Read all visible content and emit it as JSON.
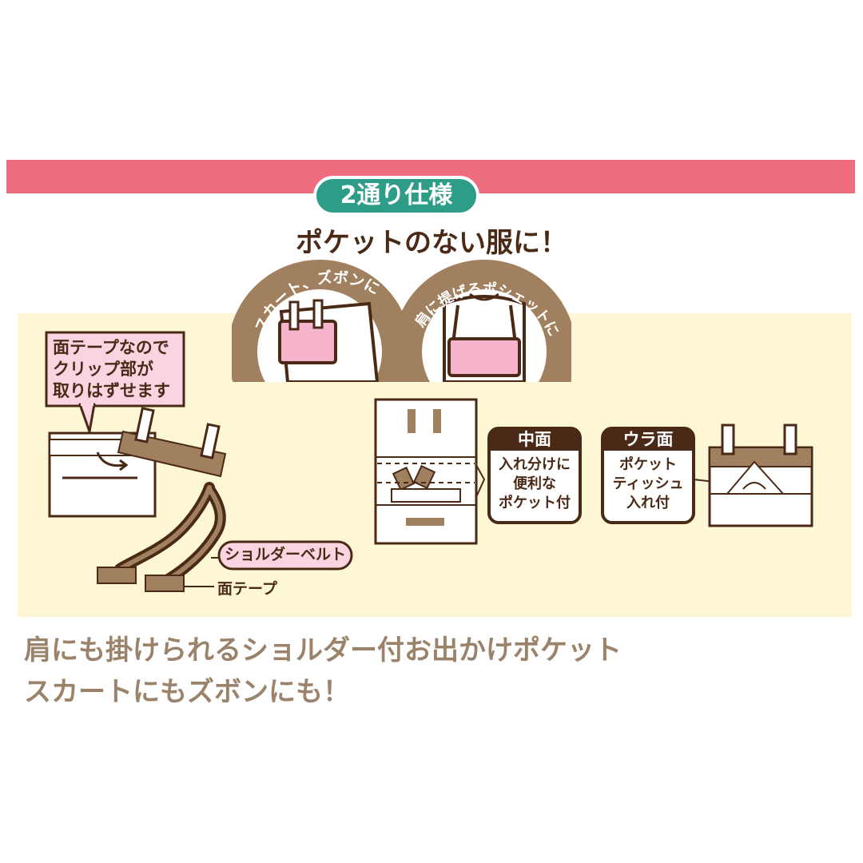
{
  "badge": {
    "label": "2通り仕様"
  },
  "headline": "ポケットのない服に！",
  "usage": {
    "left_arc": "スカート、ズボンに",
    "right_arc": "肩に提げるポシェットに"
  },
  "callout": {
    "lines": [
      "面テープなので",
      "クリップ部が",
      "取りはずせます"
    ]
  },
  "belt_label": "ショルダーベルト",
  "tape_label": "面テープ",
  "inner": {
    "title": "中面",
    "lines": [
      "入れ分けに",
      "便利な",
      "ポケット付"
    ]
  },
  "back": {
    "title": "ウラ面",
    "lines": [
      "ポケット",
      "ティッシュ",
      "入れ付"
    ]
  },
  "caption": {
    "line1": "肩にも掛けられるショルダー付お出かけポケット",
    "line2": "スカートにもズボンにも！"
  },
  "colors": {
    "accent_pink": "#ee6e80",
    "teal": "#2d9d88",
    "brown": "#4a2a17",
    "tan": "#9b826b",
    "cream": "#fef7d6"
  }
}
